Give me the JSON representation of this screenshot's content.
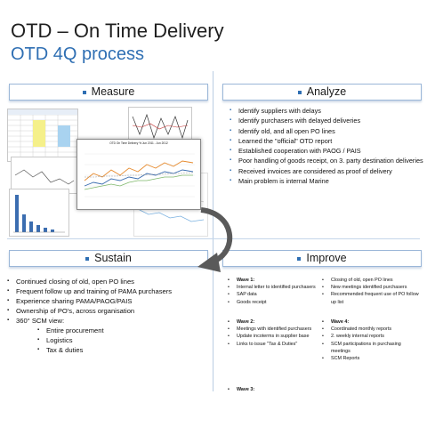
{
  "header": {
    "title": "OTD – On Time Delivery",
    "subtitle": "OTD 4Q process"
  },
  "measure": {
    "label": "Measure",
    "featured_chart_title": "OTD On Time Delivery % Jun 2011 - Jun 2012"
  },
  "analyze": {
    "label": "Analyze",
    "items": [
      "Identify suppliers with delays",
      "Identify purchasers with delayed deliveries",
      "Identify old, and all open PO lines",
      "Learned the \"official\" OTD report",
      "Established cooperation with PAOG / PAIS",
      "Poor handling of goods receipt, on 3. party destination deliveries",
      "Received invoices are considered as proof of delivery",
      "Main problem is internal Marine"
    ]
  },
  "sustain": {
    "label": "Sustain",
    "items": [
      "Continued closing of old, open PO lines",
      "Frequent follow up and training of PAMA purchasers",
      "Experience sharing PAMA/PAOG/PAIS",
      "Ownership of PO's, across organisation",
      "360° SCM view:"
    ],
    "sub_items": [
      "Entire procurement",
      "Logistics",
      "Tax & duties"
    ]
  },
  "improve": {
    "label": "Improve",
    "waves": [
      {
        "title": "Wave 1:",
        "items": [
          "Internal letter to identified purchasers",
          "SAP data",
          "Goods receipt"
        ]
      },
      {
        "title": "Wave 2:",
        "items": [
          "Meetings with identified purchasers",
          "Update incoterms in supplier base",
          "Links to issue \"Tax & Duties\""
        ]
      },
      {
        "title": "Wave 3:",
        "items": []
      },
      {
        "title": "",
        "items": [
          "Closing of old, open PO lines",
          "New meetings identified purchasers",
          "Recommended frequent use of PO follow up list"
        ]
      },
      {
        "title": "Wave 4:",
        "items": [
          "Coordinated monthly reports",
          "2. weekly internal reports",
          "SCM participations in purchasing meetings",
          "SCM Reports"
        ]
      }
    ]
  },
  "colors": {
    "accent": "#2f6fb3",
    "divider": "#b9cde3",
    "arrow": "#5a5a5a"
  }
}
